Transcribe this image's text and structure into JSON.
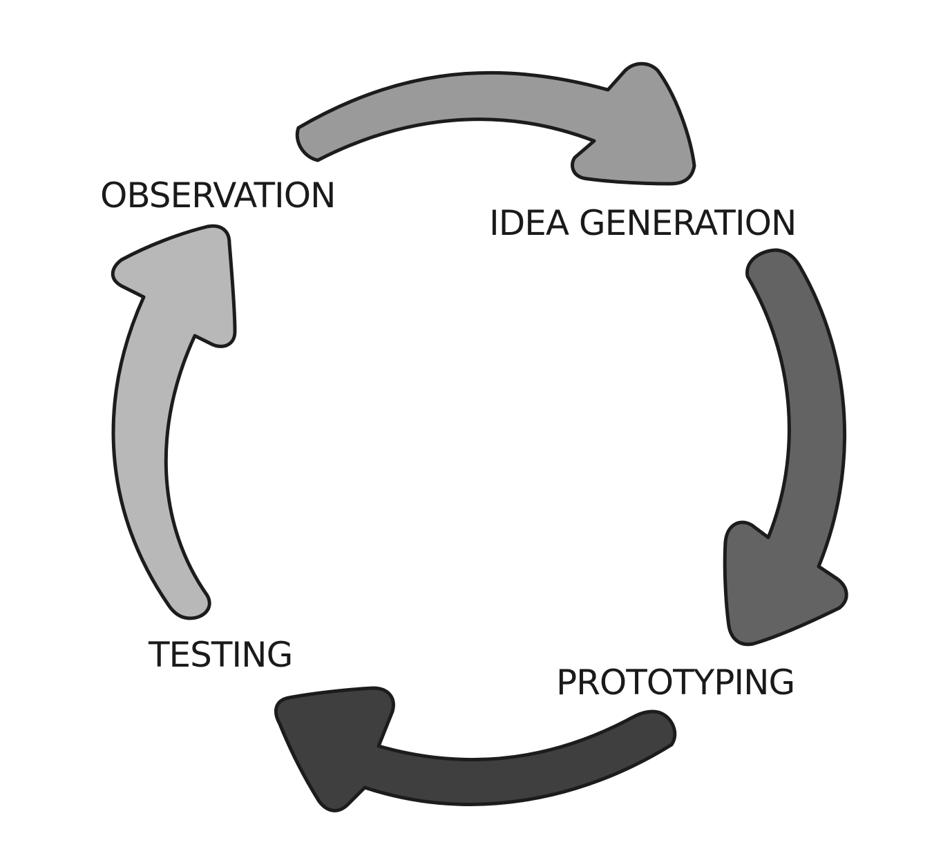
{
  "diagram": {
    "stages": [
      {
        "id": "observation",
        "label": "OBSERVATION"
      },
      {
        "id": "idea-generation",
        "label": "IDEA GENERATION"
      },
      {
        "id": "prototyping",
        "label": "PROTOTYPING"
      },
      {
        "id": "testing",
        "label": "TESTING"
      }
    ],
    "arrows": [
      {
        "from": "observation",
        "to": "idea-generation",
        "color": "#9a9a9a"
      },
      {
        "from": "idea-generation",
        "to": "prototyping",
        "color": "#636363"
      },
      {
        "from": "prototyping",
        "to": "testing",
        "color": "#3f3f3f"
      },
      {
        "from": "testing",
        "to": "observation",
        "color": "#b8b8b8"
      }
    ]
  }
}
